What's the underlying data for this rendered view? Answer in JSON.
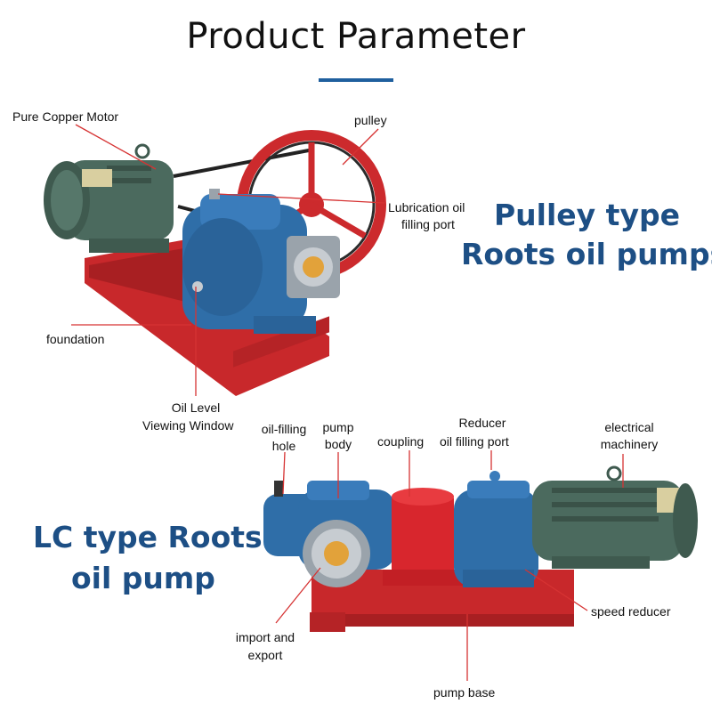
{
  "title": "Product Parameter",
  "colors": {
    "accent": "#1f5f9e",
    "pump_blue": "#2f6ea8",
    "frame_red": "#c8282b",
    "motor_green": "#4b6a5e",
    "leader": "#d63333"
  },
  "pulley_section": {
    "heading_line1": "Pulley type",
    "heading_line2": "Roots oil pumps",
    "labels": {
      "motor": "Pure Copper Motor",
      "pulley": "pulley",
      "lubrication_line1": "Lubrication oil",
      "lubrication_line2": "filling port",
      "foundation": "foundation",
      "oil_level_line1": "Oil Level",
      "oil_level_line2": "Viewing Window"
    }
  },
  "lc_section": {
    "heading_line1": "LC type Roots",
    "heading_line2": "oil pump",
    "labels": {
      "oil_filling_line1": "oil-filling",
      "oil_filling_line2": "hole",
      "pump_body_line1": "pump",
      "pump_body_line2": "body",
      "coupling": "coupling",
      "reducer_line1": "Reducer",
      "reducer_line2": "oil filling port",
      "electrical_line1": "electrical",
      "electrical_line2": "machinery",
      "speed_reducer": "speed reducer",
      "import_line1": "import and",
      "import_line2": "export",
      "pump_base": "pump base"
    }
  }
}
